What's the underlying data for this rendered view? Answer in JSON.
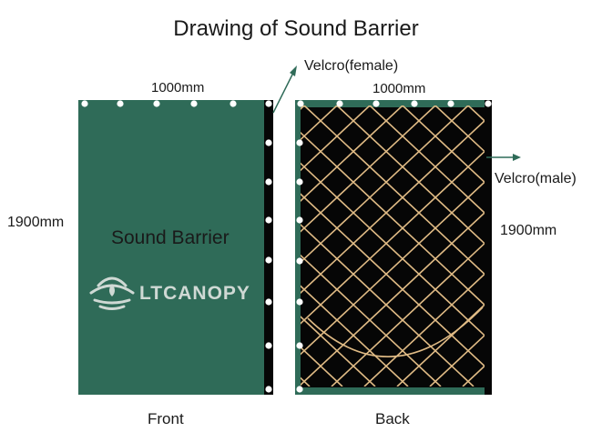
{
  "title": "Drawing of Sound Barrier",
  "front": {
    "width_label": "1000mm",
    "height_label": "1900mm",
    "panel_text": "Sound Barrier",
    "logo_text": "LTCANOPY",
    "caption": "Front",
    "callout": "Velcro(female)"
  },
  "back": {
    "width_label": "1000mm",
    "height_label": "1900mm",
    "caption": "Back",
    "callout": "Velcro(male)"
  },
  "colors": {
    "panel_green": "#2f6b58",
    "strip_black": "#060606",
    "net_tan": "#e0bb85",
    "arrow_green": "#2f6b58",
    "logo_white": "#cfd9d4"
  },
  "icons": {
    "logo": "ltcanopy-logo-icon",
    "grommet": "grommet-icon",
    "arrow": "callout-arrow-icon"
  }
}
